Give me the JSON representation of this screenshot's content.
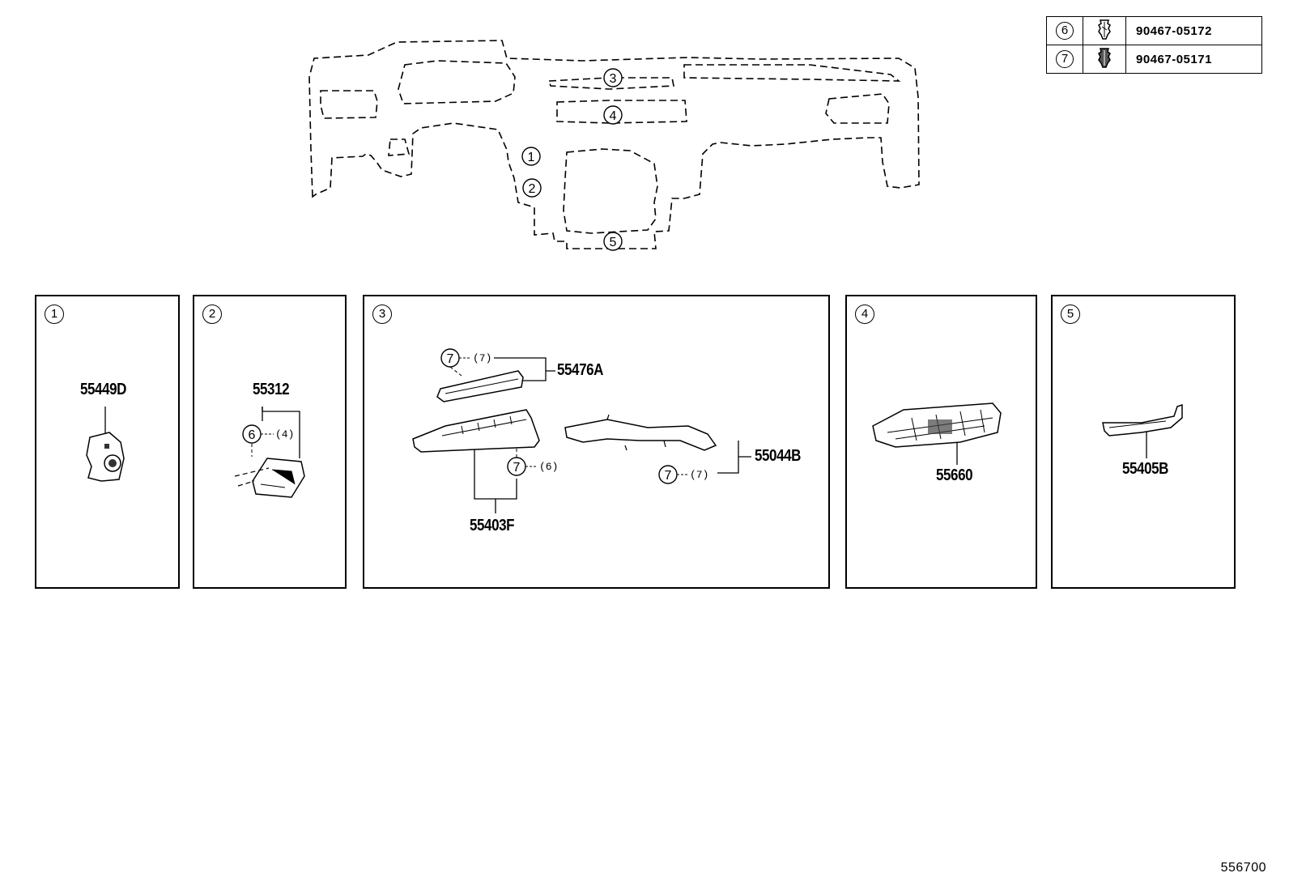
{
  "fasteners": [
    {
      "ref": "6",
      "icon": "clip-icon",
      "part_no": "90467-05172"
    },
    {
      "ref": "7",
      "icon": "clip-icon",
      "part_no": "90467-05171"
    }
  ],
  "overview": {
    "callouts": [
      "1",
      "2",
      "3",
      "4",
      "5"
    ]
  },
  "panels": [
    {
      "ref": "1",
      "parts": [
        "55449D"
      ]
    },
    {
      "ref": "2",
      "parts": [
        "55312"
      ],
      "clips": [
        {
          "ref": "6",
          "qty": "(4)"
        }
      ]
    },
    {
      "ref": "3",
      "parts": [
        "55476A",
        "55403F",
        "55044B"
      ],
      "clips": [
        {
          "ref": "7",
          "qty": "(7)"
        },
        {
          "ref": "7",
          "qty": "(6)"
        },
        {
          "ref": "7",
          "qty": "(7)"
        }
      ]
    },
    {
      "ref": "4",
      "parts": [
        "55660"
      ]
    },
    {
      "ref": "5",
      "parts": [
        "55405B"
      ]
    }
  ],
  "diagram_code": "556700"
}
